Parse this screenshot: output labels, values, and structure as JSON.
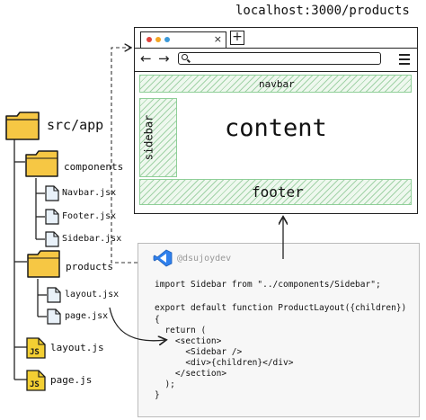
{
  "file_tree": {
    "root": {
      "label": "src/app"
    },
    "folders": {
      "components": {
        "label": "components"
      },
      "products": {
        "label": "products"
      }
    },
    "files": {
      "navbar": {
        "label": "Navbar.jsx"
      },
      "footer": {
        "label": "Footer.jsx"
      },
      "sidebar": {
        "label": "Sidebar.jsx"
      },
      "layout": {
        "label": "layout.jsx"
      },
      "page": {
        "label": "page.jsx"
      }
    },
    "js_files": {
      "layout": {
        "label": "layout.js",
        "badge": "JS"
      },
      "page": {
        "label": "page.js",
        "badge": "JS"
      }
    },
    "colors": {
      "folder_fill": "#f6c744",
      "folder_stroke": "#1a1a1a",
      "file_fill": "#e9f1f9",
      "js_badge_fill": "#f3cf33"
    }
  },
  "browser": {
    "url": "localhost:3000/products",
    "tab_close": "×",
    "new_tab": "+",
    "back_icon": "←",
    "forward_icon": "→",
    "traffic_lights": [
      "#e0443e",
      "#f5a623",
      "#3c9ad9"
    ],
    "regions": {
      "navbar": "navbar",
      "sidebar": "sidebar",
      "content": "content",
      "footer": "footer"
    },
    "hatch_color": "#7bc487"
  },
  "code_card": {
    "handle": "@dsujoydev",
    "logo_color": "#2f80ed",
    "lines": [
      "import Sidebar from \"../components/Sidebar\";",
      "",
      "export default function ProductLayout({children})",
      "{",
      "  return (",
      "    <section>",
      "      <Sidebar />",
      "      <div>{children}</div>",
      "    </section>",
      "  );",
      "}"
    ]
  }
}
